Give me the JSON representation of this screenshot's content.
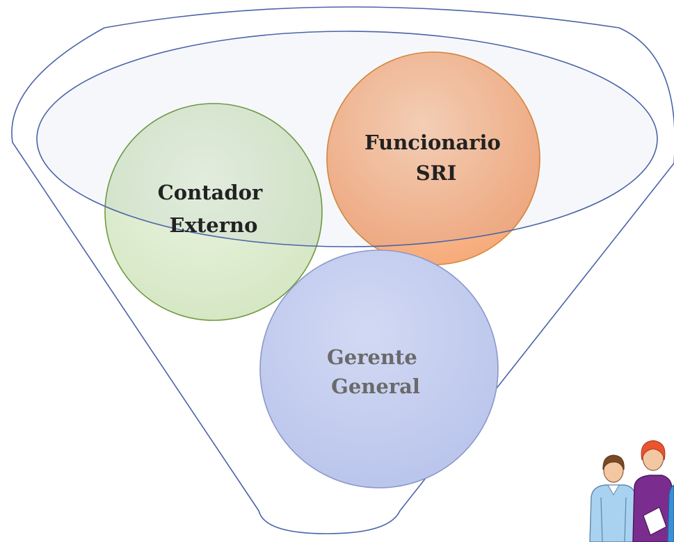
{
  "diagram": {
    "type": "funnel-venn",
    "circles": [
      {
        "name": "contador",
        "lines": [
          "Contador",
          "Externo"
        ],
        "fill": "#e2efd6",
        "stroke": "#6f9a3f",
        "text_color": "#222222"
      },
      {
        "name": "funcionario",
        "lines": [
          "Funcionario",
          "SRI"
        ],
        "fill": "#f8bf97",
        "stroke": "#d9883a",
        "text_color": "#222222"
      },
      {
        "name": "gerente",
        "lines": [
          "Gerente",
          "General"
        ],
        "fill": "#c5cef0",
        "stroke": "#8a98c7",
        "text_color": "#6a6a6a"
      }
    ],
    "funnel_stroke": "#4a63a8",
    "illustration": "people-group-icon"
  }
}
